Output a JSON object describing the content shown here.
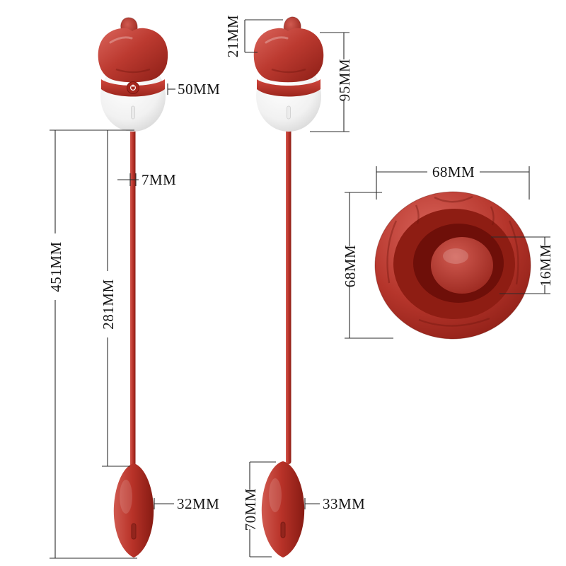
{
  "diagram": {
    "type": "product-dimension-diagram",
    "unit": "MM",
    "colors": {
      "product_red": "#b5362c",
      "product_red_dark": "#8c1f16",
      "body_white": "#f4f4f4",
      "dimension_line": "#2b2b2b"
    },
    "views": {
      "front_left": {
        "dims": {
          "total_length": "451MM",
          "cord_length": "281MM",
          "cord_diameter": "7MM",
          "head_width": "50MM",
          "egg_width": "32MM"
        }
      },
      "front_right": {
        "dims": {
          "tongue_height": "21MM",
          "head_height": "95MM",
          "egg_height": "70MM",
          "egg_width": "33MM"
        }
      },
      "top": {
        "dims": {
          "width": "68MM",
          "height": "68MM",
          "tongue_width": "16MM"
        }
      }
    }
  }
}
